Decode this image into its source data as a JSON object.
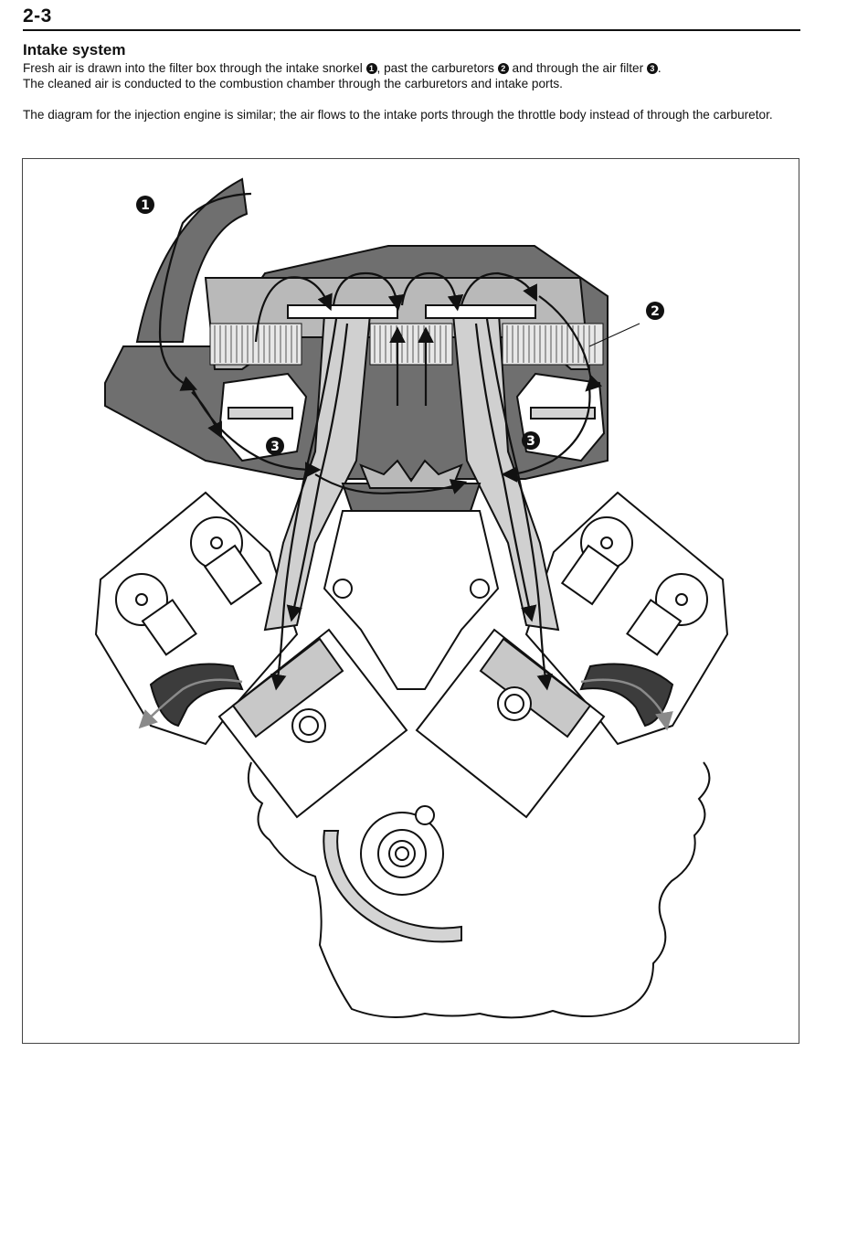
{
  "page": {
    "number": "2-3"
  },
  "section": {
    "heading": "Intake system",
    "paragraph1_a": "Fresh air is drawn into the filter box through the intake snorkel ",
    "paragraph1_b": ", past the carburetors ",
    "paragraph1_c": " and through the air filter ",
    "paragraph1_d": ".",
    "paragraph1_line2": "The cleaned air is conducted to the combustion chamber through the carburetors and intake ports.",
    "paragraph2": "The diagram for the injection engine is similar; the air flows to the intake ports through the throttle body instead of through the carburetor."
  },
  "callouts": {
    "snorkel": "1",
    "carburetors": "2",
    "air_filter": "3"
  },
  "colors": {
    "dark_gray": "#6f6f6f",
    "mid_gray": "#b9b9b9",
    "light_gray": "#d4d4d4",
    "exhaust_gray": "#8a8a8a",
    "ink": "#111111"
  }
}
